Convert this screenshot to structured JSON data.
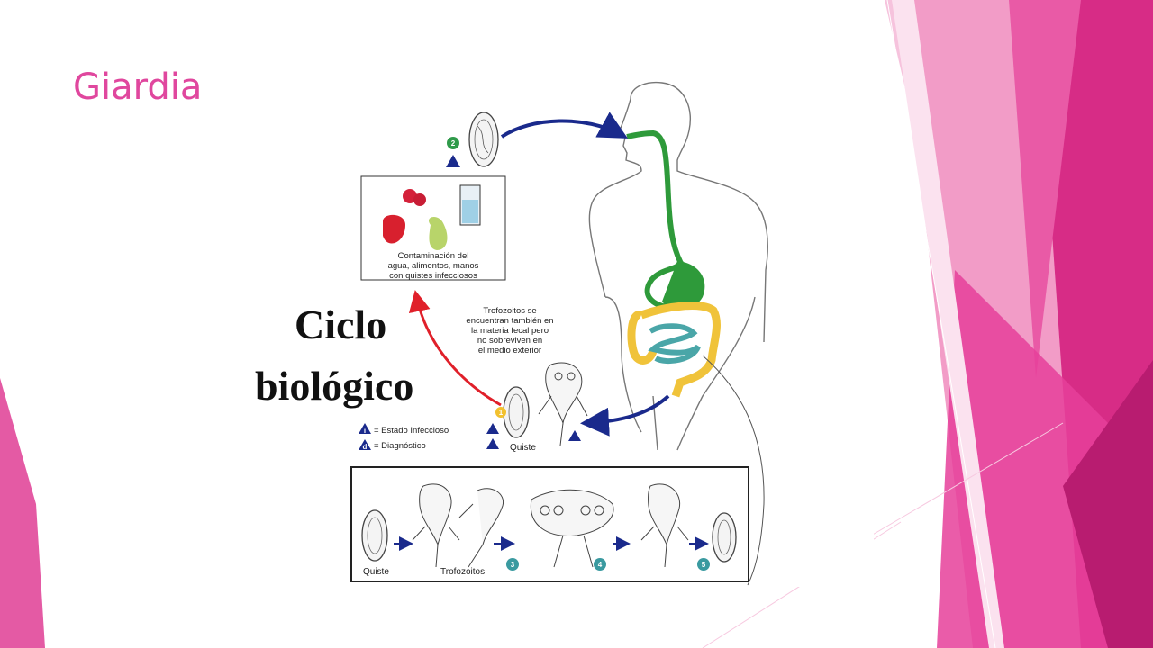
{
  "slide": {
    "title": "Giardia",
    "accent_color": "#e0479e"
  },
  "diagram": {
    "heading_line1": "Ciclo",
    "heading_line2": "biológico",
    "contamination_box": [
      "Contaminación del",
      "agua, alimentos, manos",
      "con quistes infecciosos"
    ],
    "trophozoite_note": [
      "Trofozoitos se",
      "encuentran también en",
      "la materia fecal pero",
      "no sobreviven en",
      "el medio exterior"
    ],
    "legend": {
      "infective_symbol": "i",
      "infective_label": "= Estado Infeccioso",
      "diagnostic_symbol": "d",
      "diagnostic_label": "= Diagnóstico"
    },
    "cyst_label": "Quiste",
    "steps": [
      "1",
      "2",
      "3",
      "4",
      "5"
    ],
    "bottom_strip": {
      "cyst_label": "Quiste",
      "trophozoites_label": "Trofozoitos"
    },
    "colors": {
      "arrow_blue": "#1a2a8c",
      "arrow_red": "#e0202a",
      "gut_green": "#2e9a3a",
      "colon_yellow": "#f0c33a",
      "intestine_teal": "#4aa6a8",
      "step_teal": "#3a9aa0",
      "step_yellow": "#f2c12e",
      "step_green": "#2f9a4a"
    }
  }
}
